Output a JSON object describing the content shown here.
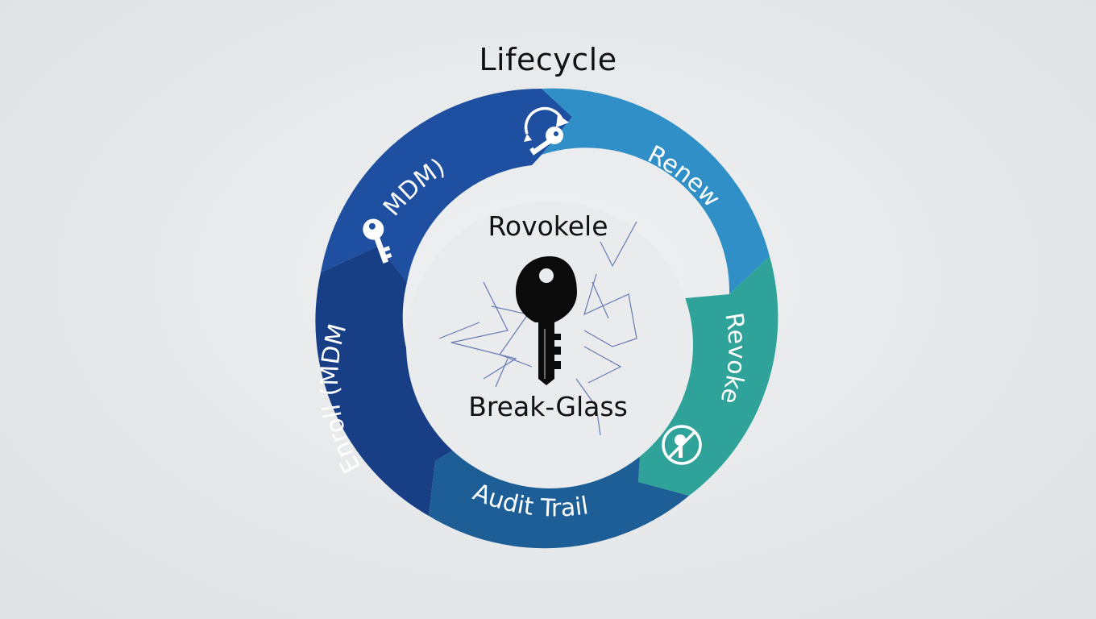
{
  "title": "Lifecycle",
  "center": {
    "top_text": "Rovokele",
    "bottom_text": "Break-Glass",
    "icon": "key-icon"
  },
  "segments": [
    {
      "label": "MDM)",
      "color": "#1f4fa0",
      "icon": "key-icon"
    },
    {
      "label": "Renew",
      "color": "#2f8fc6",
      "icon": "key-rotate-icon"
    },
    {
      "label": "Revoke",
      "color": "#2fa39a",
      "icon": "prohibited-icon"
    },
    {
      "label": "Audit Trail",
      "color": "#1e5e97"
    },
    {
      "label": "Enroll (MDM",
      "color": "#183f86"
    }
  ]
}
